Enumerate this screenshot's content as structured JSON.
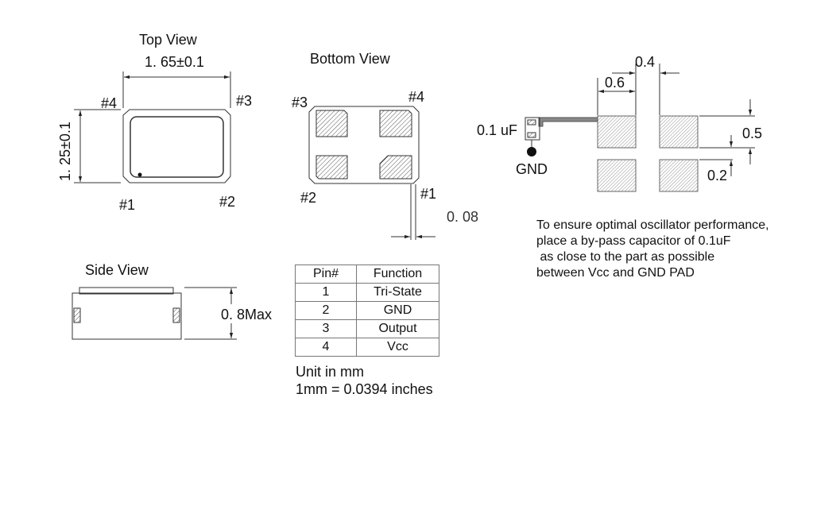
{
  "top_view": {
    "title": "Top View",
    "width_dim": "1. 65±0.1",
    "height_dim": "1. 25±0.1",
    "pins": [
      "#1",
      "#2",
      "#3",
      "#4"
    ]
  },
  "bottom_view": {
    "title": "Bottom View",
    "pins": [
      "#1",
      "#2",
      "#3",
      "#4"
    ],
    "thickness_dim": "0. 08"
  },
  "side_view": {
    "title": "Side View",
    "height_dim": "0. 8Max"
  },
  "land_pattern": {
    "dim_pitch": "0.4",
    "dim_pad": "0.6",
    "dim_gap": "0.5",
    "dim_pad_h": "0.2",
    "capacitor_label": "0.1 uF",
    "gnd_label": "GND"
  },
  "pin_table": {
    "headers": [
      "Pin#",
      "Function"
    ],
    "rows": [
      [
        "1",
        "Tri-State"
      ],
      [
        "2",
        "GND"
      ],
      [
        "3",
        "Output"
      ],
      [
        "4",
        "Vcc"
      ]
    ]
  },
  "units": {
    "line1": "Unit in mm",
    "line2": "1mm = 0.0394 inches"
  },
  "note": [
    "To ensure optimal oscillator performance,",
    "place a by-pass capacitor of 0.1uF",
    " as close to the part as possible",
    "between Vcc and GND PAD"
  ]
}
